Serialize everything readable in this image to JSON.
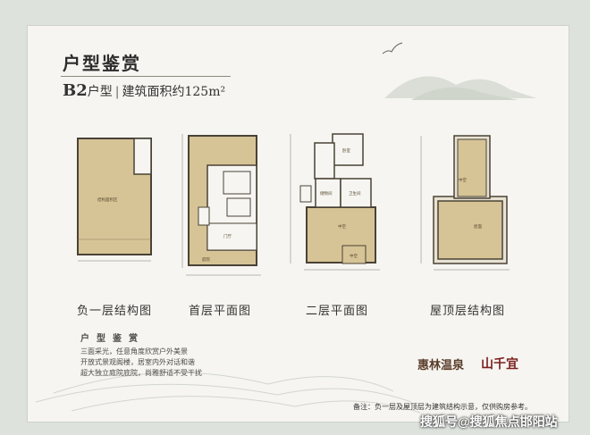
{
  "header": {
    "title": "户型鉴赏",
    "unit_code": "B2",
    "unit_suffix": "户型",
    "divider": "|",
    "area_label": "建筑面积约125m²"
  },
  "plans": [
    {
      "label": "负一层结构图",
      "room_label": "结构面积区"
    },
    {
      "label": "首层平面图",
      "room_label": "门厅",
      "room_label2": "庭院"
    },
    {
      "label": "二层平面图",
      "room_labels": [
        "卧室",
        "储物间",
        "卫生间",
        "中空",
        "中空"
      ]
    },
    {
      "label": "屋顶层结构图",
      "room_labels": [
        "中空",
        "屋面"
      ]
    }
  ],
  "notes": {
    "heading": "户型鉴赏",
    "items": [
      "三面采光，任意角度欣赏户外美景",
      "开放式景观阁楼，居室内外对话和谐",
      "超大独立庭院底院，尚雅舒适不受干扰"
    ]
  },
  "logos": {
    "brand1": "惠林温泉",
    "brand2": "山千宜"
  },
  "footnote": "备注：负一层及屋顶层为建筑结构示意，仅供购房参考。",
  "watermark": "搜狐号@搜狐焦点邯阳站",
  "colors": {
    "background": "#dde3dc",
    "card": "#f6f5f1",
    "plan_fill": "#d6c496",
    "plan_wall": "#4a4236"
  }
}
